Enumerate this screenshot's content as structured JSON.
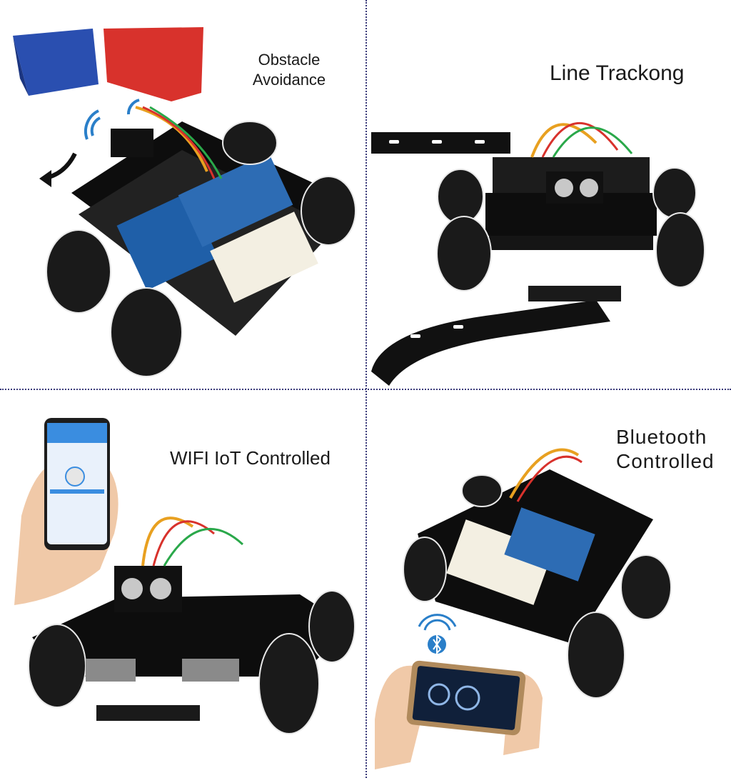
{
  "panels": [
    {
      "label": "Obstacle\nAvoidance"
    },
    {
      "label": "Line Trackong"
    },
    {
      "label": "WIFI IoT Controlled"
    },
    {
      "label": "Bluetooth\nControlled"
    }
  ],
  "colors": {
    "divider": "#3a3a7a",
    "track": "#111111",
    "chassis": "#0d0d0d",
    "wheel": "#1a1a1a",
    "block_blue": "#2a4fb0",
    "block_red": "#d8322c",
    "phone_screen": "#3a8de0",
    "bluetooth": "#2a7fc9"
  },
  "icons": [
    "wifi-signal-icon",
    "bluetooth-icon",
    "turn-arrow-icon"
  ]
}
